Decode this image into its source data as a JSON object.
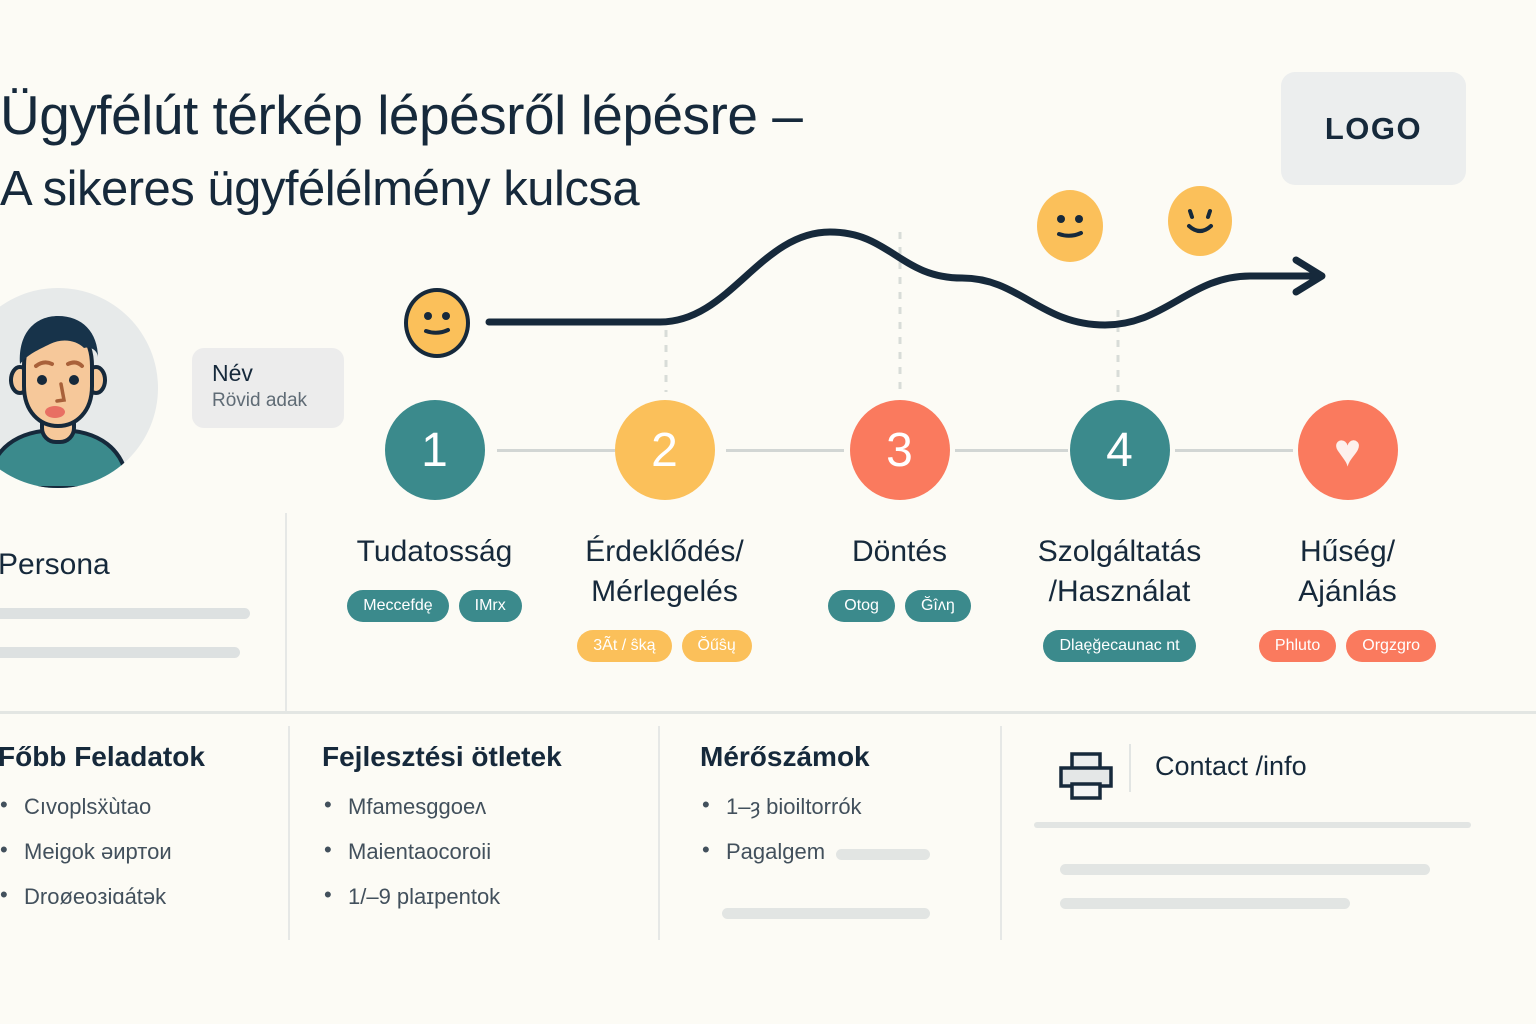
{
  "header": {
    "title_line1": "Ügyfélút térkép lépésről lépésre –",
    "title_line2": "A sikeres ügyfélélmény kulcsa",
    "logo_label": "LOGO"
  },
  "persona": {
    "avatar_icon": "user-avatar-illustration",
    "name_card": {
      "title": "Név",
      "subtitle": "Rövid adak"
    },
    "heading": "Persona",
    "placeholder_lines": 2
  },
  "emotion_curve": {
    "emojis": [
      {
        "name": "emoji-neutral-start",
        "mouth": "flat"
      },
      {
        "name": "emoji-neutral-mid",
        "mouth": "flat"
      },
      {
        "name": "emoji-smile-end",
        "mouth": "smile"
      }
    ],
    "curve_color": "#16293b",
    "arrow": true
  },
  "journey": {
    "stages": [
      {
        "number": "1",
        "label": "Tudatosság",
        "color": "#3b8a8c",
        "chips": [
          {
            "text": "Meccefdę",
            "color": "#3b8a8c"
          },
          {
            "text": "IMrx",
            "color": "#3b8a8c"
          }
        ]
      },
      {
        "number": "2",
        "label": "Érdeklődés/\nMérlegelés",
        "color": "#fbc05a",
        "chips": [
          {
            "text": "3Ãt / ŝką",
            "color": "#fbc05a"
          },
          {
            "text": "Ŏűŝų",
            "color": "#fbc05a"
          }
        ]
      },
      {
        "number": "3",
        "label": "Döntés",
        "color": "#fa7a5e",
        "chips": [
          {
            "text": "Otog",
            "color": "#3b8a8c"
          },
          {
            "text": "Ğîʌŋ",
            "color": "#3b8a8c"
          }
        ]
      },
      {
        "number": "4",
        "label": "Szolgáltatás\n/Használat",
        "color": "#3b8a8c",
        "chips": [
          {
            "text": "Dlaęğecaunac nt",
            "color": "#3b8a8c"
          }
        ]
      },
      {
        "number": "♥",
        "label": "Hűség/\nAjánlás",
        "color": "#fa7a5e",
        "icon": "heart-icon",
        "chips": [
          {
            "text": "Phluto",
            "color": "#fa7a5e"
          },
          {
            "text": "Orgzgro",
            "color": "#fa7a5e"
          }
        ]
      }
    ]
  },
  "bottom_panels": [
    {
      "title": "Főbb Feladatok",
      "items": [
        "Cıvoplsẍùtao",
        "Meigok әиртои",
        "Droøeoзiɑátək"
      ]
    },
    {
      "title": "Fejlesztési ötletek",
      "items": [
        "Mfamesggoeʌ",
        "Maientaocoroii",
        "1/–9 plaɪpentok"
      ]
    },
    {
      "title": "Mérőszámok",
      "items": [
        "1–ȝ bioiltorrók",
        "Paɡalgem"
      ]
    }
  ],
  "contact": {
    "icon": "printer-icon",
    "label": "Contact /info",
    "placeholder_lines": 3
  },
  "colors": {
    "background": "#fcfbf5",
    "ink": "#16293b",
    "teal": "#3b8a8c",
    "yellow": "#fbc05a",
    "coral": "#fa7a5e",
    "grey": "#e2e5e3"
  }
}
